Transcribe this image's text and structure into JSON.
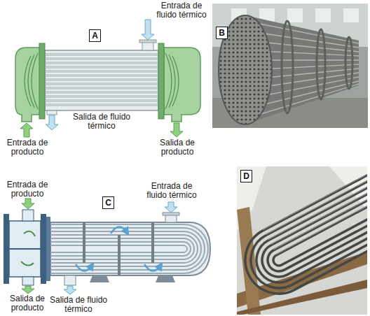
{
  "diagram": {
    "nodes": [
      {
        "text": [
          "A"
        ]
      },
      {
        "text": [
          "B"
        ]
      },
      {
        "text": [
          "C"
        ]
      },
      {
        "text": [
          "D"
        ]
      }
    ],
    "labels": [
      "Entrada de fluido térmico",
      "Salida de fluido térmico",
      "Entrada de producto",
      "Salida de producto",
      "Entrada de producto",
      "Entrada de fluido térmico",
      "Salida de producto",
      "Salida de fluido térmico"
    ]
  }
}
